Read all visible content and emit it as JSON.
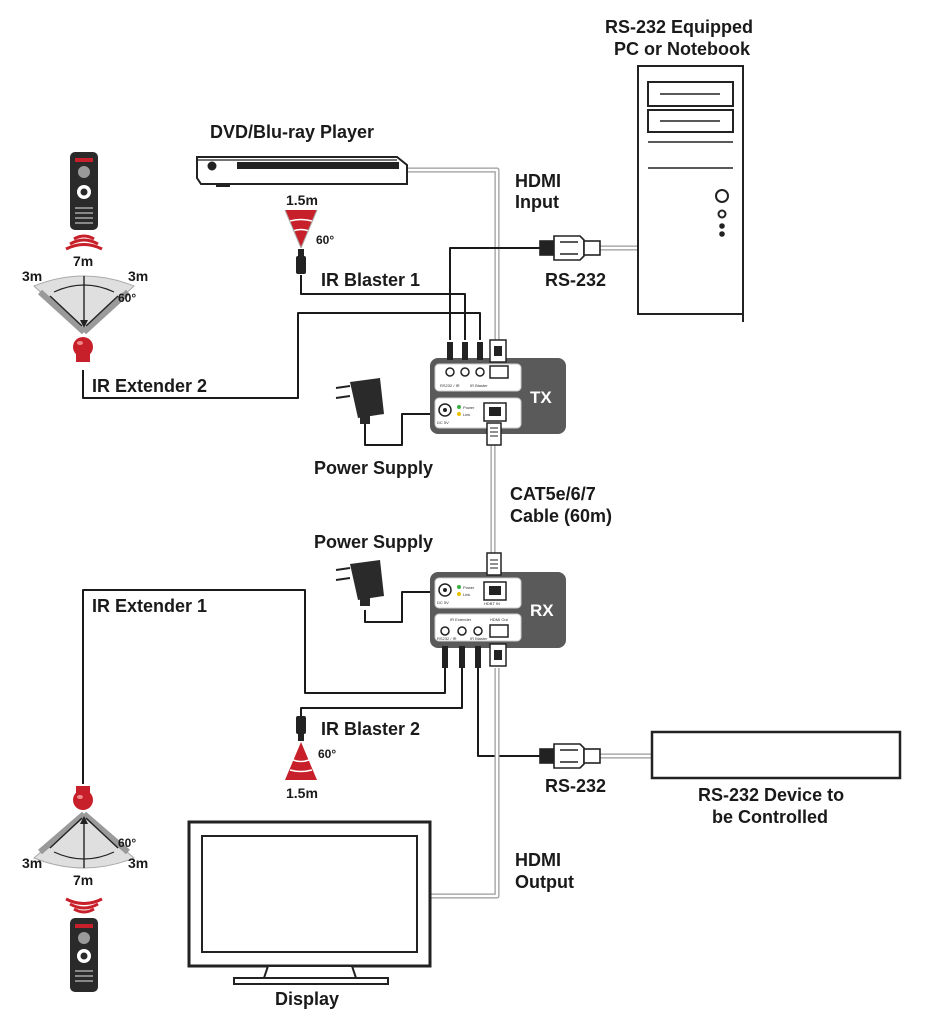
{
  "labels": {
    "pc": [
      "RS-232 Equipped",
      "PC or Notebook"
    ],
    "dvd": "DVD/Blu-ray Player",
    "hdmi_input": [
      "HDMI",
      "Input"
    ],
    "rs232_top": "RS-232",
    "ir_blaster_1": "IR Blaster 1",
    "ir_extender_2": "IR Extender 2",
    "power_supply_top": "Power Supply",
    "cable": [
      "CAT5e/6/7",
      "Cable (60m)"
    ],
    "power_supply_bottom": "Power Supply",
    "ir_extender_1": "IR Extender 1",
    "ir_blaster_2": "IR Blaster 2",
    "rs232_bottom": "RS-232",
    "rs232_device": [
      "RS-232 Device to",
      "be Controlled"
    ],
    "hdmi_output": [
      "HDMI",
      "Output"
    ],
    "display": "Display"
  },
  "tx": {
    "name": "TX",
    "ports_top": [
      "RS232 / IR",
      "IR Blaster"
    ],
    "ports_bottom": [
      "DC 5V",
      "Power",
      "Link"
    ]
  },
  "rx": {
    "name": "RX",
    "ports_top": [
      "DC 5V",
      "Power",
      "Link",
      "HDBT IN"
    ],
    "ports_bottom": [
      "IR Extender",
      "RS232 / IR",
      "IR Blaster",
      "HDMI Out"
    ]
  },
  "ir_blaster_1_cone": {
    "distance": "1.5m",
    "angle": "60°"
  },
  "ir_blaster_2_cone": {
    "distance": "1.5m",
    "angle": "60°"
  },
  "ir_extender_top_cone": {
    "distance_center": "7m",
    "distance_left": "3m",
    "distance_right": "3m",
    "angle": "60°"
  },
  "ir_extender_bottom_cone": {
    "distance_center": "7m",
    "distance_left": "3m",
    "distance_right": "3m",
    "angle": "60°"
  },
  "colors": {
    "line": "#1a1a1a",
    "box": "#5a5a5a",
    "ir_red": "#c8202a",
    "outline": "#222222",
    "hdmi_cable": "#c9c9c9"
  }
}
